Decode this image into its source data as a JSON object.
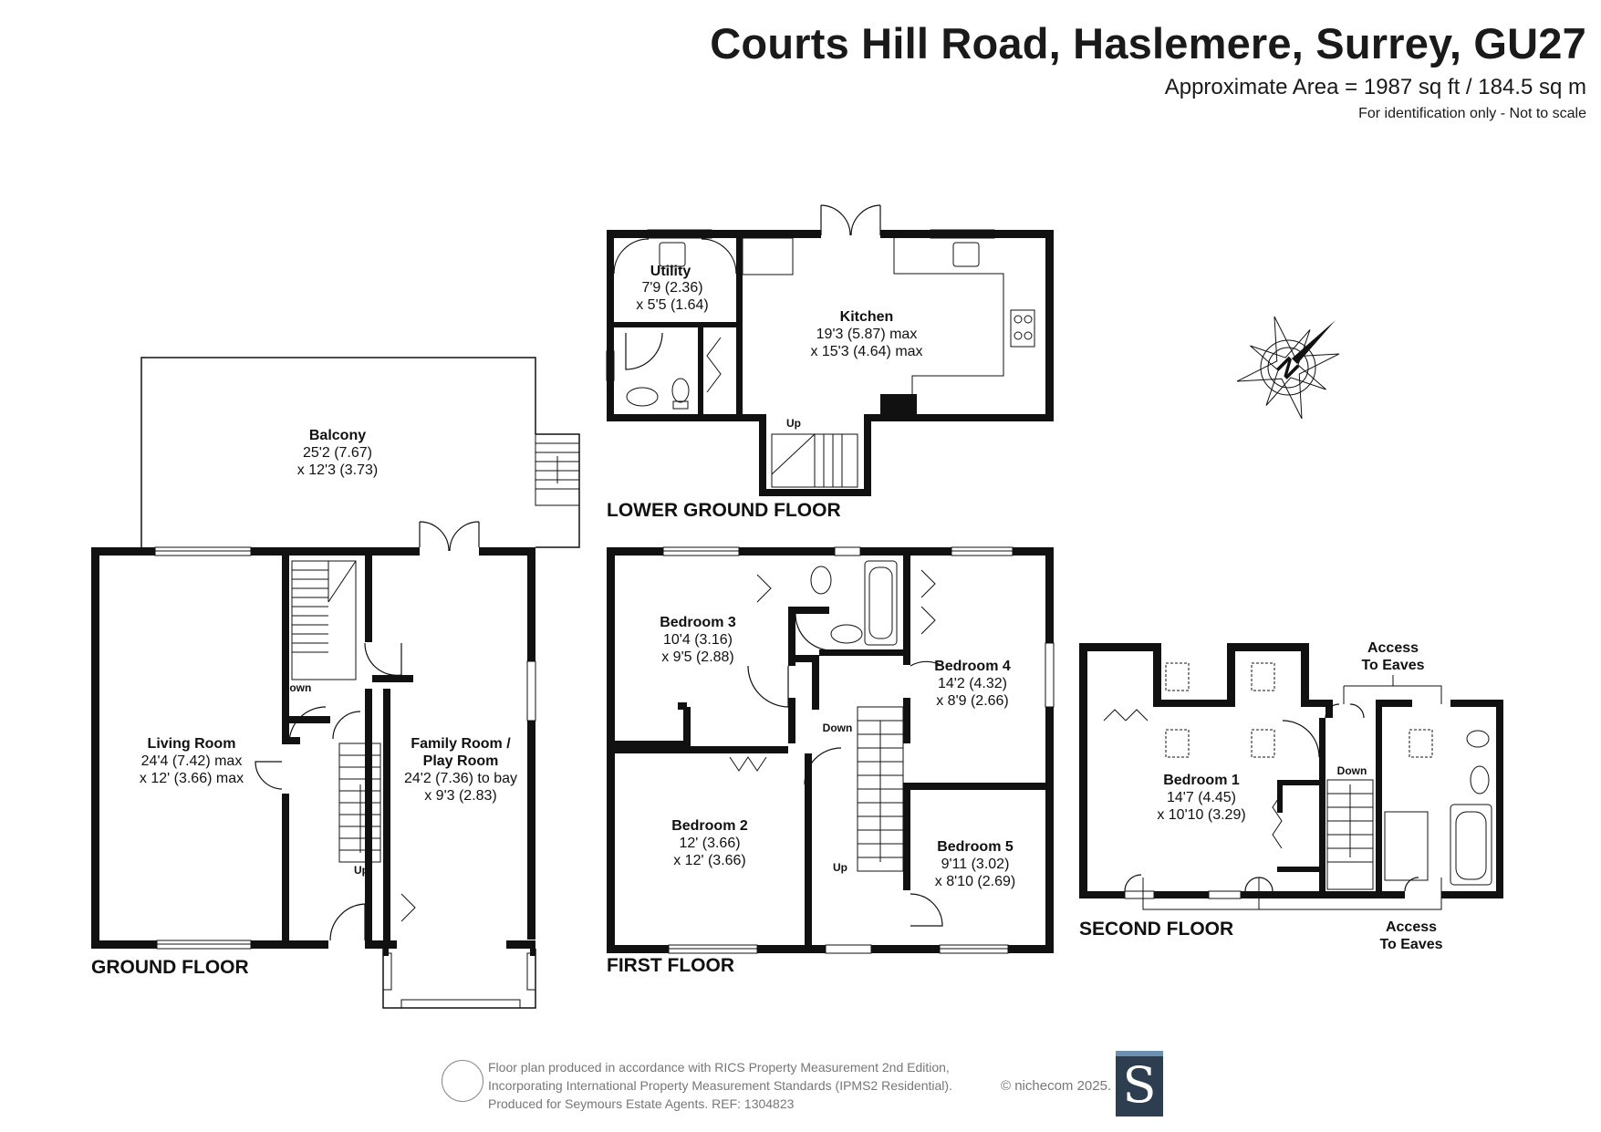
{
  "header": {
    "title": "Courts Hill Road, Haslemere, Surrey, GU27",
    "area": "Approximate Area = 1987 sq ft / 184.5 sq m",
    "note": "For identification only - Not to scale"
  },
  "floors": {
    "lower_ground": "LOWER GROUND FLOOR",
    "ground": "GROUND FLOOR",
    "first": "FIRST FLOOR",
    "second": "SECOND FLOOR"
  },
  "rooms": {
    "utility": {
      "name": "Utility",
      "dim1": "7'9 (2.36)",
      "dim2": "x 5'5 (1.64)"
    },
    "kitchen": {
      "name": "Kitchen",
      "dim1": "19'3 (5.87) max",
      "dim2": "x 15'3 (4.64) max"
    },
    "balcony": {
      "name": "Balcony",
      "dim1": "25'2 (7.67)",
      "dim2": "x 12'3 (3.73)"
    },
    "living": {
      "name": "Living Room",
      "dim1": "24'4 (7.42) max",
      "dim2": "x 12' (3.66) max"
    },
    "family": {
      "name1": "Family Room /",
      "name2": "Play Room",
      "dim1": "24'2 (7.36) to bay",
      "dim2": "x 9'3 (2.83)"
    },
    "bed3": {
      "name": "Bedroom 3",
      "dim1": "10'4 (3.16)",
      "dim2": "x 9'5 (2.88)"
    },
    "bed4": {
      "name": "Bedroom 4",
      "dim1": "14'2 (4.32)",
      "dim2": "x 8'9 (2.66)"
    },
    "bed2": {
      "name": "Bedroom 2",
      "dim1": "12' (3.66)",
      "dim2": "x 12' (3.66)"
    },
    "bed5": {
      "name": "Bedroom 5",
      "dim1": "9'11 (3.02)",
      "dim2": "x 8'10 (2.69)"
    },
    "bed1": {
      "name": "Bedroom 1",
      "dim1": "14'7 (4.45)",
      "dim2": "x 10'10 (3.29)"
    }
  },
  "stairs": {
    "up": "Up",
    "down": "Down"
  },
  "eaves": {
    "line1": "Access",
    "line2": "To Eaves"
  },
  "compass": {
    "letter": "N"
  },
  "footer": {
    "line1": "Floor plan produced in accordance with RICS Property Measurement 2nd Edition,",
    "line2": "Incorporating International Property Measurement Standards (IPMS2 Residential).",
    "line3": "Produced for Seymours Estate Agents.   REF: 1304823",
    "copyright": "© nichecom 2025.",
    "logo": "S"
  }
}
